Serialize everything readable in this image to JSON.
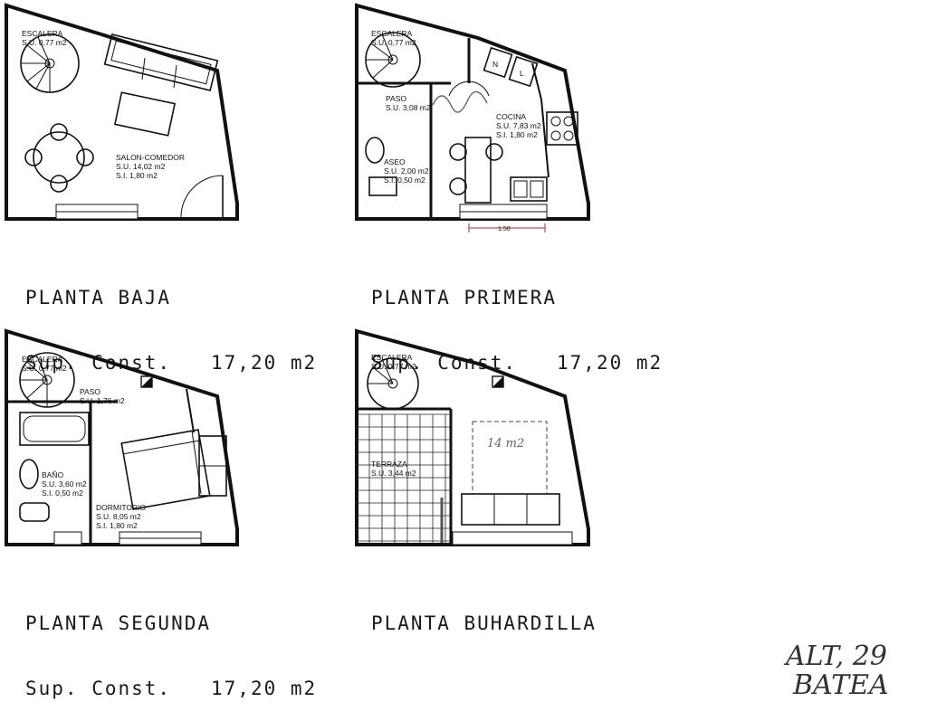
{
  "floors": [
    {
      "caption_name": "PLANTA BAJA",
      "caption_area_label": "Sup. Const.",
      "caption_area_value": "17,20 m2",
      "rooms": [
        {
          "name": "ESCALERA",
          "su": "S.U. 0,77 m2"
        },
        {
          "name": "SALON-COMEDOR",
          "su": "S.U. 14,02 m2",
          "si": "S.I. 1,80 m2"
        }
      ]
    },
    {
      "caption_name": "PLANTA PRIMERA",
      "caption_area_label": "Sup. Const.",
      "caption_area_value": "17,20 m2",
      "rooms": [
        {
          "name": "ESCALERA",
          "su": "S.U. 0,77 m2"
        },
        {
          "name": "PASO",
          "su": "S.U. 3,08 m2"
        },
        {
          "name": "COCINA",
          "su": "S.U. 7,83 m2",
          "si": "S.I. 1,80 m2"
        },
        {
          "name": "ASEO",
          "su": "S.U. 2,00 m2",
          "si": "S.I. 0,50 m2"
        }
      ],
      "dimension": "1.50",
      "appliance_marks": [
        "N",
        "L"
      ]
    },
    {
      "caption_name": "PLANTA SEGUNDA",
      "caption_area_label": "Sup. Const.",
      "caption_area_value": "17,20 m2",
      "rooms": [
        {
          "name": "ESCALERA",
          "su": "S.U. 0,77 m2"
        },
        {
          "name": "PASO",
          "su": "S.U. 1,76 m2"
        },
        {
          "name": "BAÑO",
          "su": "S.U. 3,60 m2",
          "si": "S.I. 0,50 m2"
        },
        {
          "name": "DORMITORIO",
          "su": "S.U. 8,05 m2",
          "si": "S.I. 1,80 m2"
        }
      ]
    },
    {
      "caption_name": "PLANTA BUHARDILLA",
      "rooms": [
        {
          "name": "ESCALERA",
          "su": "S.U. 0,77 m2"
        },
        {
          "name": "TERRAZA",
          "su": "S.U. 3,44 m2"
        }
      ],
      "handwritten": "14 m2"
    }
  ],
  "handwritten_note": {
    "line1": "ALT, 29",
    "line2": "BATEA"
  }
}
